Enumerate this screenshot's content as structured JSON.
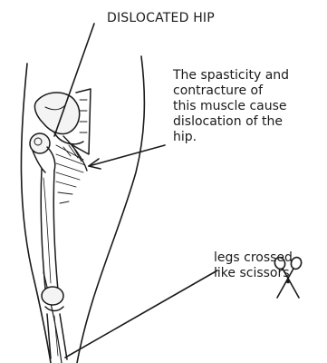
{
  "title": "DISLOCATED HIP",
  "note_lines": [
    "The spasticity and",
    "contracture of",
    "this muscle cause",
    "dislocation of the",
    "hip."
  ],
  "legs_lines": [
    "legs crossed",
    "like scissors"
  ],
  "icons": [
    "scissors-icon"
  ]
}
